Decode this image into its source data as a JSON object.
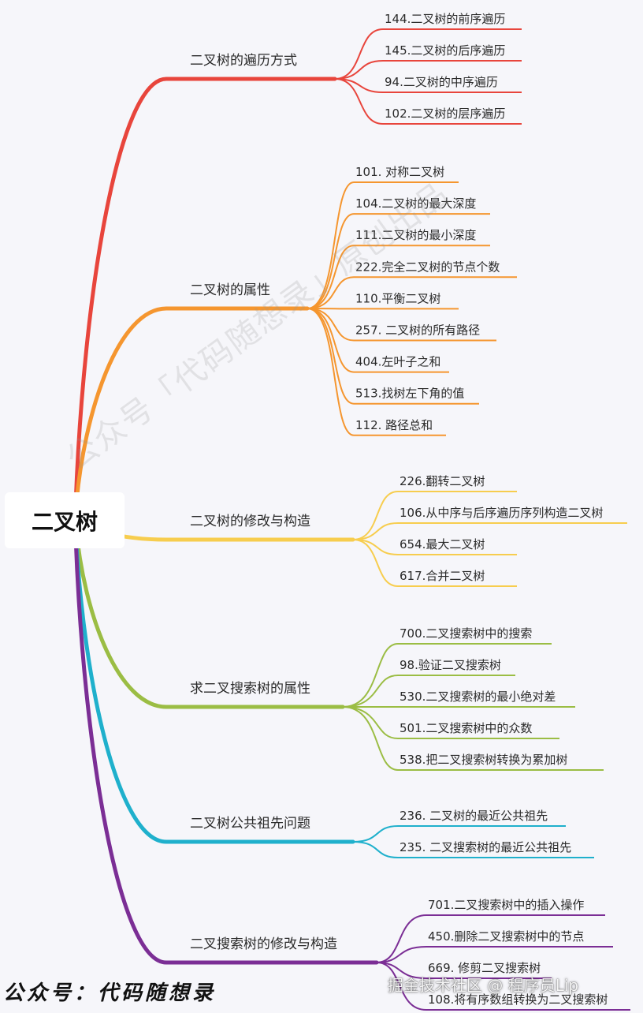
{
  "root": {
    "label": "二叉树"
  },
  "watermark": "公众号「代码随想录」原创出品",
  "footer": {
    "left": "公众号：代码随想录",
    "right": "掘金技术社区 @ 程序员Lip"
  },
  "colors": {
    "traversal": "#e8453c",
    "properties": "#f5962f",
    "modify_build": "#f7cd4e",
    "bst_properties": "#9bbd44",
    "lca": "#1fb0cc",
    "bst_modify": "#7b2e95"
  },
  "branches": [
    {
      "key": "traversal",
      "label": "二叉树的遍历方式",
      "children": [
        "144.二叉树的前序遍历",
        "145.二叉树的后序遍历",
        "94.二叉树的中序遍历",
        "102.二叉树的层序遍历"
      ]
    },
    {
      "key": "properties",
      "label": "二叉树的属性",
      "children": [
        "101. 对称二叉树",
        "104.二叉树的最大深度",
        "111.二叉树的最小深度",
        "222.完全二叉树的节点个数",
        "110.平衡二叉树",
        "257. 二叉树的所有路径",
        "404.左叶子之和",
        "513.找树左下角的值",
        "112. 路径总和"
      ]
    },
    {
      "key": "modify_build",
      "label": "二叉树的修改与构造",
      "children": [
        "226.翻转二叉树",
        "106.从中序与后序遍历序列构造二叉树",
        "654.最大二叉树",
        "617.合并二叉树"
      ]
    },
    {
      "key": "bst_properties",
      "label": "求二叉搜索树的属性",
      "children": [
        "700.二叉搜索树中的搜索",
        "98.验证二叉搜索树",
        "530.二叉搜索树的最小绝对差",
        "501.二叉搜索树中的众数",
        "538.把二叉搜索树转换为累加树"
      ]
    },
    {
      "key": "lca",
      "label": "二叉树公共祖先问题",
      "children": [
        "236. 二叉树的最近公共祖先",
        "235. 二叉搜索树的最近公共祖先"
      ]
    },
    {
      "key": "bst_modify",
      "label": "二叉搜索树的修改与构造",
      "children": [
        "701.二叉搜索树中的插入操作",
        "450.删除二叉搜索树中的节点",
        "669. 修剪二叉搜索树",
        "108.将有序数组转换为二叉搜索树"
      ]
    }
  ]
}
